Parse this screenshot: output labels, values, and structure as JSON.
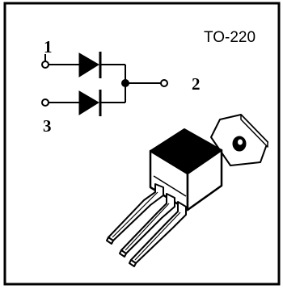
{
  "package": {
    "name": "TO-220"
  },
  "pins": {
    "pin1": "1",
    "pin2": "2",
    "pin3": "3"
  },
  "colors": {
    "border": "#000000",
    "background": "#ffffff",
    "ink": "#000000"
  }
}
